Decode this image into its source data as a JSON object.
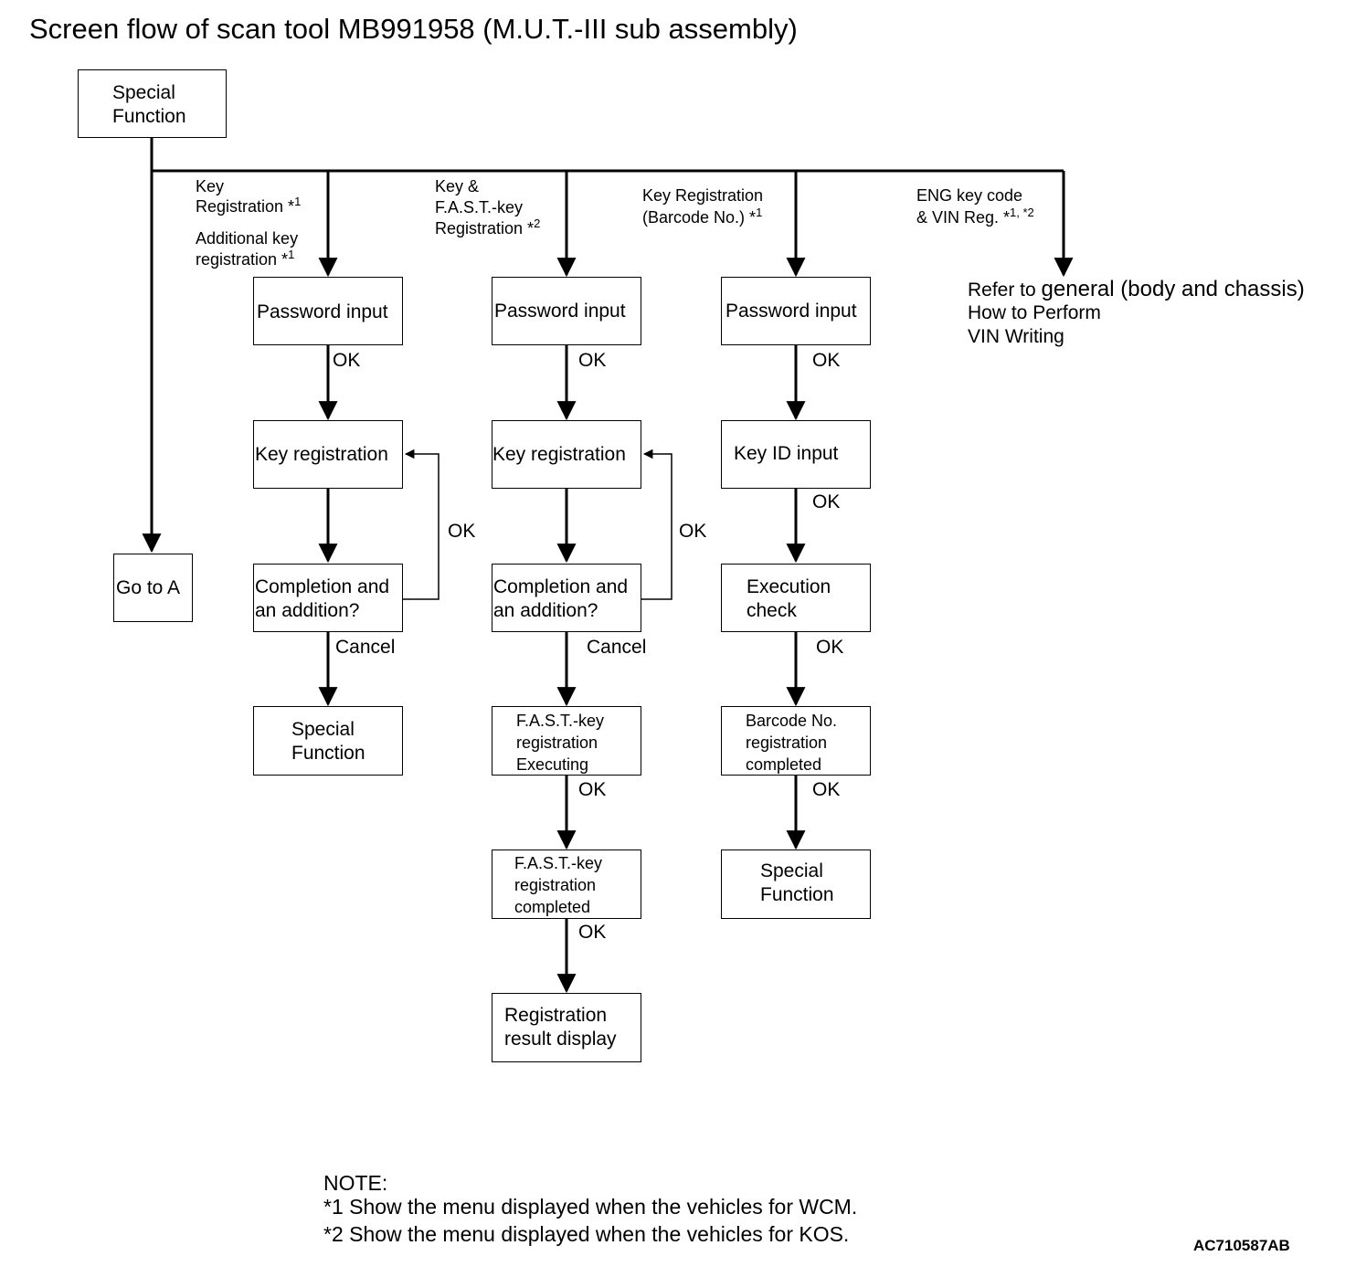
{
  "title": "Screen flow of scan tool MB991958 (M.U.T.-III sub assembly)",
  "root": {
    "line1": "Special",
    "line2": "Function"
  },
  "goto_a": "Go to A",
  "branches": {
    "b1": {
      "label_a1": "Key",
      "label_a2": "Registration *",
      "label_a_sup": "1",
      "label_b1": "Additional key",
      "label_b2": "registration *",
      "label_b_sup": "1"
    },
    "b2": {
      "label1": "Key &",
      "label2": "F.A.S.T.-key",
      "label3": "Registration *",
      "label_sup": "2"
    },
    "b3": {
      "label1": "Key Registration",
      "label2": "(Barcode No.) *",
      "label_sup": "1"
    },
    "b4": {
      "label1": "ENG key code",
      "label2": "& VIN Reg. *",
      "label_sup": "1, *2"
    }
  },
  "col1": {
    "password": "Password input",
    "key_reg": "Key registration",
    "completion1": "Completion and",
    "completion2": "an addition?",
    "special1": "Special",
    "special2": "Function",
    "ok1": "OK",
    "ok_loop": "OK",
    "cancel": "Cancel"
  },
  "col2": {
    "password": "Password input",
    "key_reg": "Key registration",
    "completion1": "Completion and",
    "completion2": "an addition?",
    "fast_exec1": "F.A.S.T.-key",
    "fast_exec2": "registration",
    "fast_exec3": "Executing",
    "fast_done1": "F.A.S.T.-key",
    "fast_done2": "registration",
    "fast_done3": "completed",
    "result1": "Registration",
    "result2": "result display",
    "ok1": "OK",
    "ok_loop": "OK",
    "cancel": "Cancel",
    "ok2": "OK",
    "ok3": "OK"
  },
  "col3": {
    "password": "Password input",
    "key_id": "Key ID input",
    "exec1": "Execution",
    "exec2": "check",
    "barcode1": "Barcode No.",
    "barcode2": "registration",
    "barcode3": "completed",
    "special1": "Special",
    "special2": "Function",
    "ok1": "OK",
    "ok2": "OK",
    "ok3": "OK",
    "ok4": "OK"
  },
  "refer": {
    "line1a": "Refer to ",
    "line1b": "general",
    "line1c": " (body and chassis)",
    "line2": "How to Perform",
    "line3": "VIN Writing"
  },
  "note": {
    "heading": "NOTE:",
    "n1": "*1 Show the menu displayed when the vehicles for WCM.",
    "n2": "*2 Show the menu displayed when the vehicles for KOS."
  },
  "figure_code": "AC710587AB"
}
